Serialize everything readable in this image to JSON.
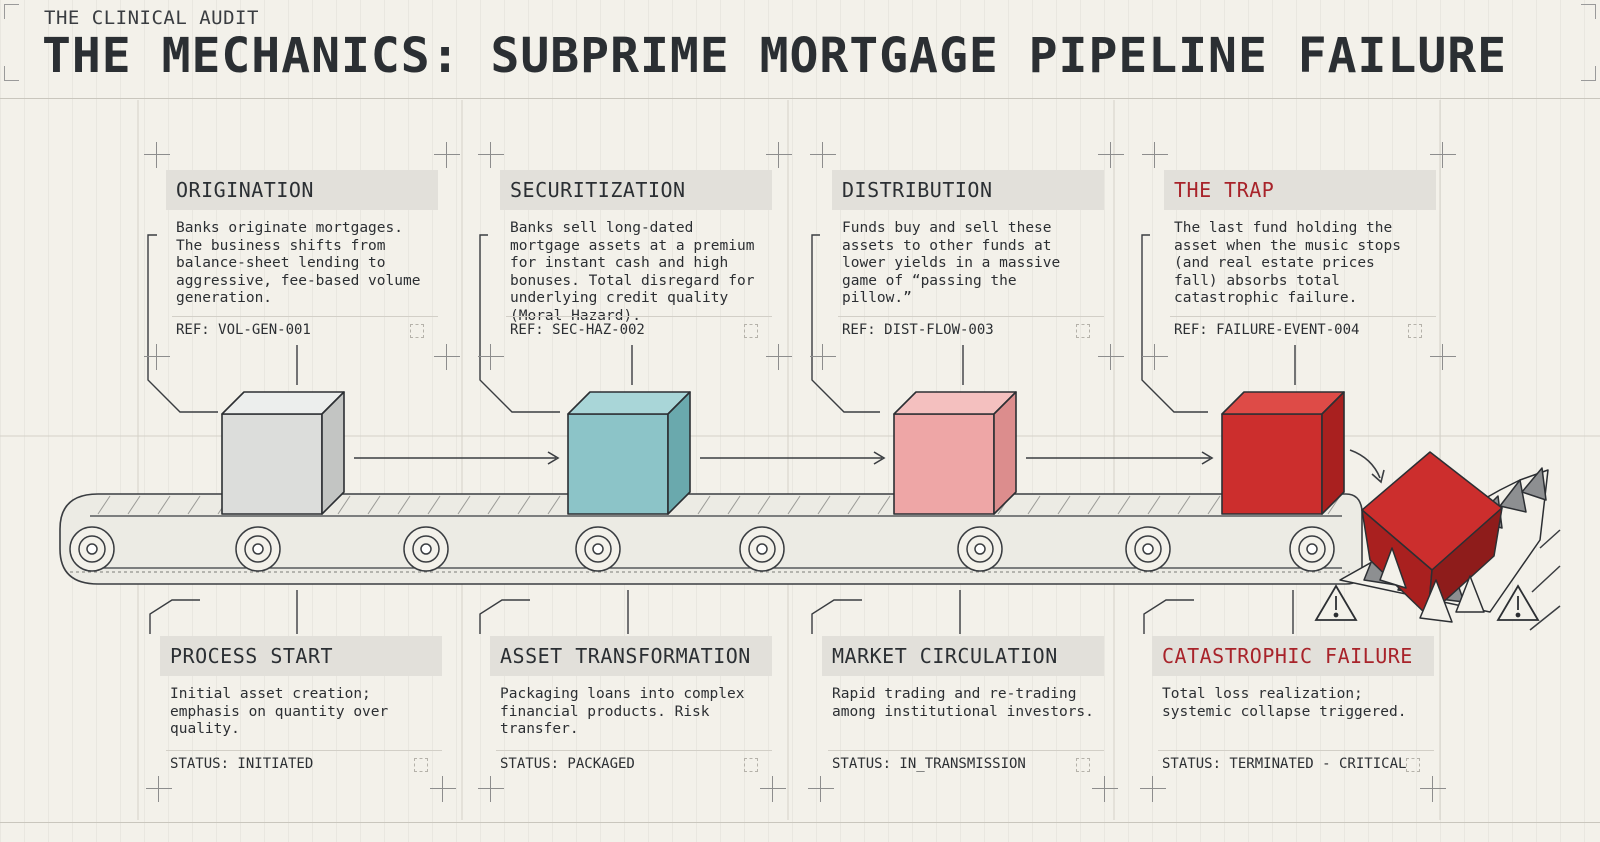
{
  "header": {
    "kicker": "THE CLINICAL AUDIT",
    "title": "THE MECHANICS: SUBPRIME MORTGAGE PIPELINE FAILURE"
  },
  "stages_top": [
    {
      "title": "ORIGINATION",
      "body": "Banks originate mortgages. The business shifts from balance-sheet lending to aggressive, fee-based volume generation.",
      "ref": "REF: VOL-GEN-001",
      "color": "#2b2f33"
    },
    {
      "title": "SECURITIZATION",
      "body": "Banks sell long-dated mortgage assets at a premium for instant cash and high bonuses. Total disregard for underlying credit quality (Moral Hazard).",
      "ref": "REF: SEC-HAZ-002",
      "color": "#2b2f33"
    },
    {
      "title": "DISTRIBUTION",
      "body": "Funds buy and sell these assets to other funds at lower yields in a massive game of “passing the pillow.”",
      "ref": "REF: DIST-FLOW-003",
      "color": "#2b2f33"
    },
    {
      "title": "THE TRAP",
      "body": "The last fund holding the asset when the music stops (and real estate prices fall) absorbs total catastrophic failure.",
      "ref": "REF: FAILURE-EVENT-004",
      "color": "#a8232a"
    }
  ],
  "stages_bottom": [
    {
      "title": "PROCESS START",
      "body": "Initial asset creation; emphasis on quantity over quality.",
      "status": "STATUS: INITIATED"
    },
    {
      "title": "ASSET TRANSFORMATION",
      "body": "Packaging loans into complex financial products. Risk transfer.",
      "status": "STATUS: PACKAGED"
    },
    {
      "title": "MARKET CIRCULATION",
      "body": "Rapid trading and re-trading among institutional investors.",
      "status": "STATUS: IN_TRANSMISSION"
    },
    {
      "title": "CATASTROPHIC FAILURE",
      "body": "Total loss realization; systemic collapse triggered.",
      "status": "STATUS: TERMINATED - CRITICAL"
    }
  ],
  "boxes": [
    {
      "name": "origination-box",
      "front": "#dcdddb",
      "top": "#eceeed",
      "side": "#c3c5c3"
    },
    {
      "name": "securitization-box",
      "front": "#8cc4c8",
      "top": "#a9d6d8",
      "side": "#6aa9ad"
    },
    {
      "name": "distribution-box",
      "front": "#eea6a6",
      "top": "#f4c0bf",
      "side": "#dc8d8d"
    },
    {
      "name": "trap-box",
      "front": "#cc2e2d",
      "top": "#de4b47",
      "side": "#a9201f"
    }
  ],
  "icons": [
    "warning-icon",
    "warning-icon",
    "shredder-teeth-icon",
    "conveyor-roller-icon"
  ],
  "colors": {
    "accent_red": "#a8232a",
    "ink": "#2b2f33",
    "paper": "#f3f1ea"
  }
}
